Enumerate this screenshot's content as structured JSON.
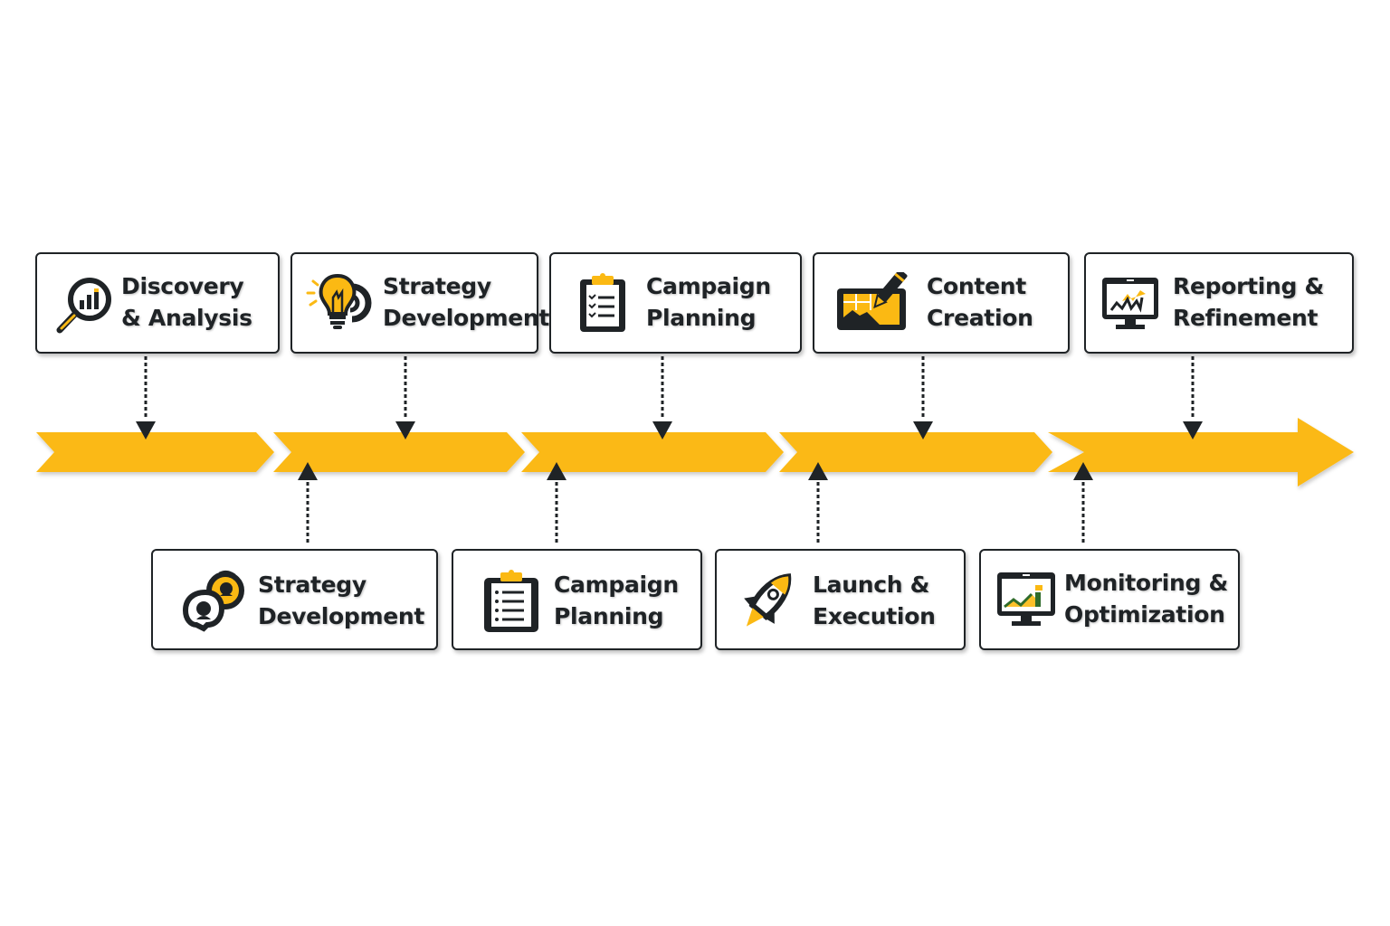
{
  "colors": {
    "accent": "#fbb913",
    "dark": "#1f2326",
    "background": "#ffffff"
  },
  "timeline": {
    "segments": 5,
    "direction": "left-to-right"
  },
  "top_stages": [
    {
      "line1": "Discovery",
      "line2": "& Analysis",
      "icon": "magnifier-chart-icon"
    },
    {
      "line1": "Strategy",
      "line2": "Development",
      "icon": "lightbulb-target-icon"
    },
    {
      "line1": "Campaign",
      "line2": "Planning",
      "icon": "clipboard-checklist-icon"
    },
    {
      "line1": "Content",
      "line2": "Creation",
      "icon": "image-pencil-icon"
    },
    {
      "line1": "Reporting &",
      "line2": "Refinement",
      "icon": "monitor-chart-icon"
    }
  ],
  "bottom_stages": [
    {
      "line1": "Strategy",
      "line2": "Development",
      "icon": "strategy-pieces-icon"
    },
    {
      "line1": "Campaign",
      "line2": "Planning",
      "icon": "clipboard-checklist-icon"
    },
    {
      "line1": "Launch &",
      "line2": "Execution",
      "icon": "rocket-icon"
    },
    {
      "line1": "Monitoring &",
      "line2": "Optimization",
      "icon": "monitor-chart-icon"
    }
  ]
}
